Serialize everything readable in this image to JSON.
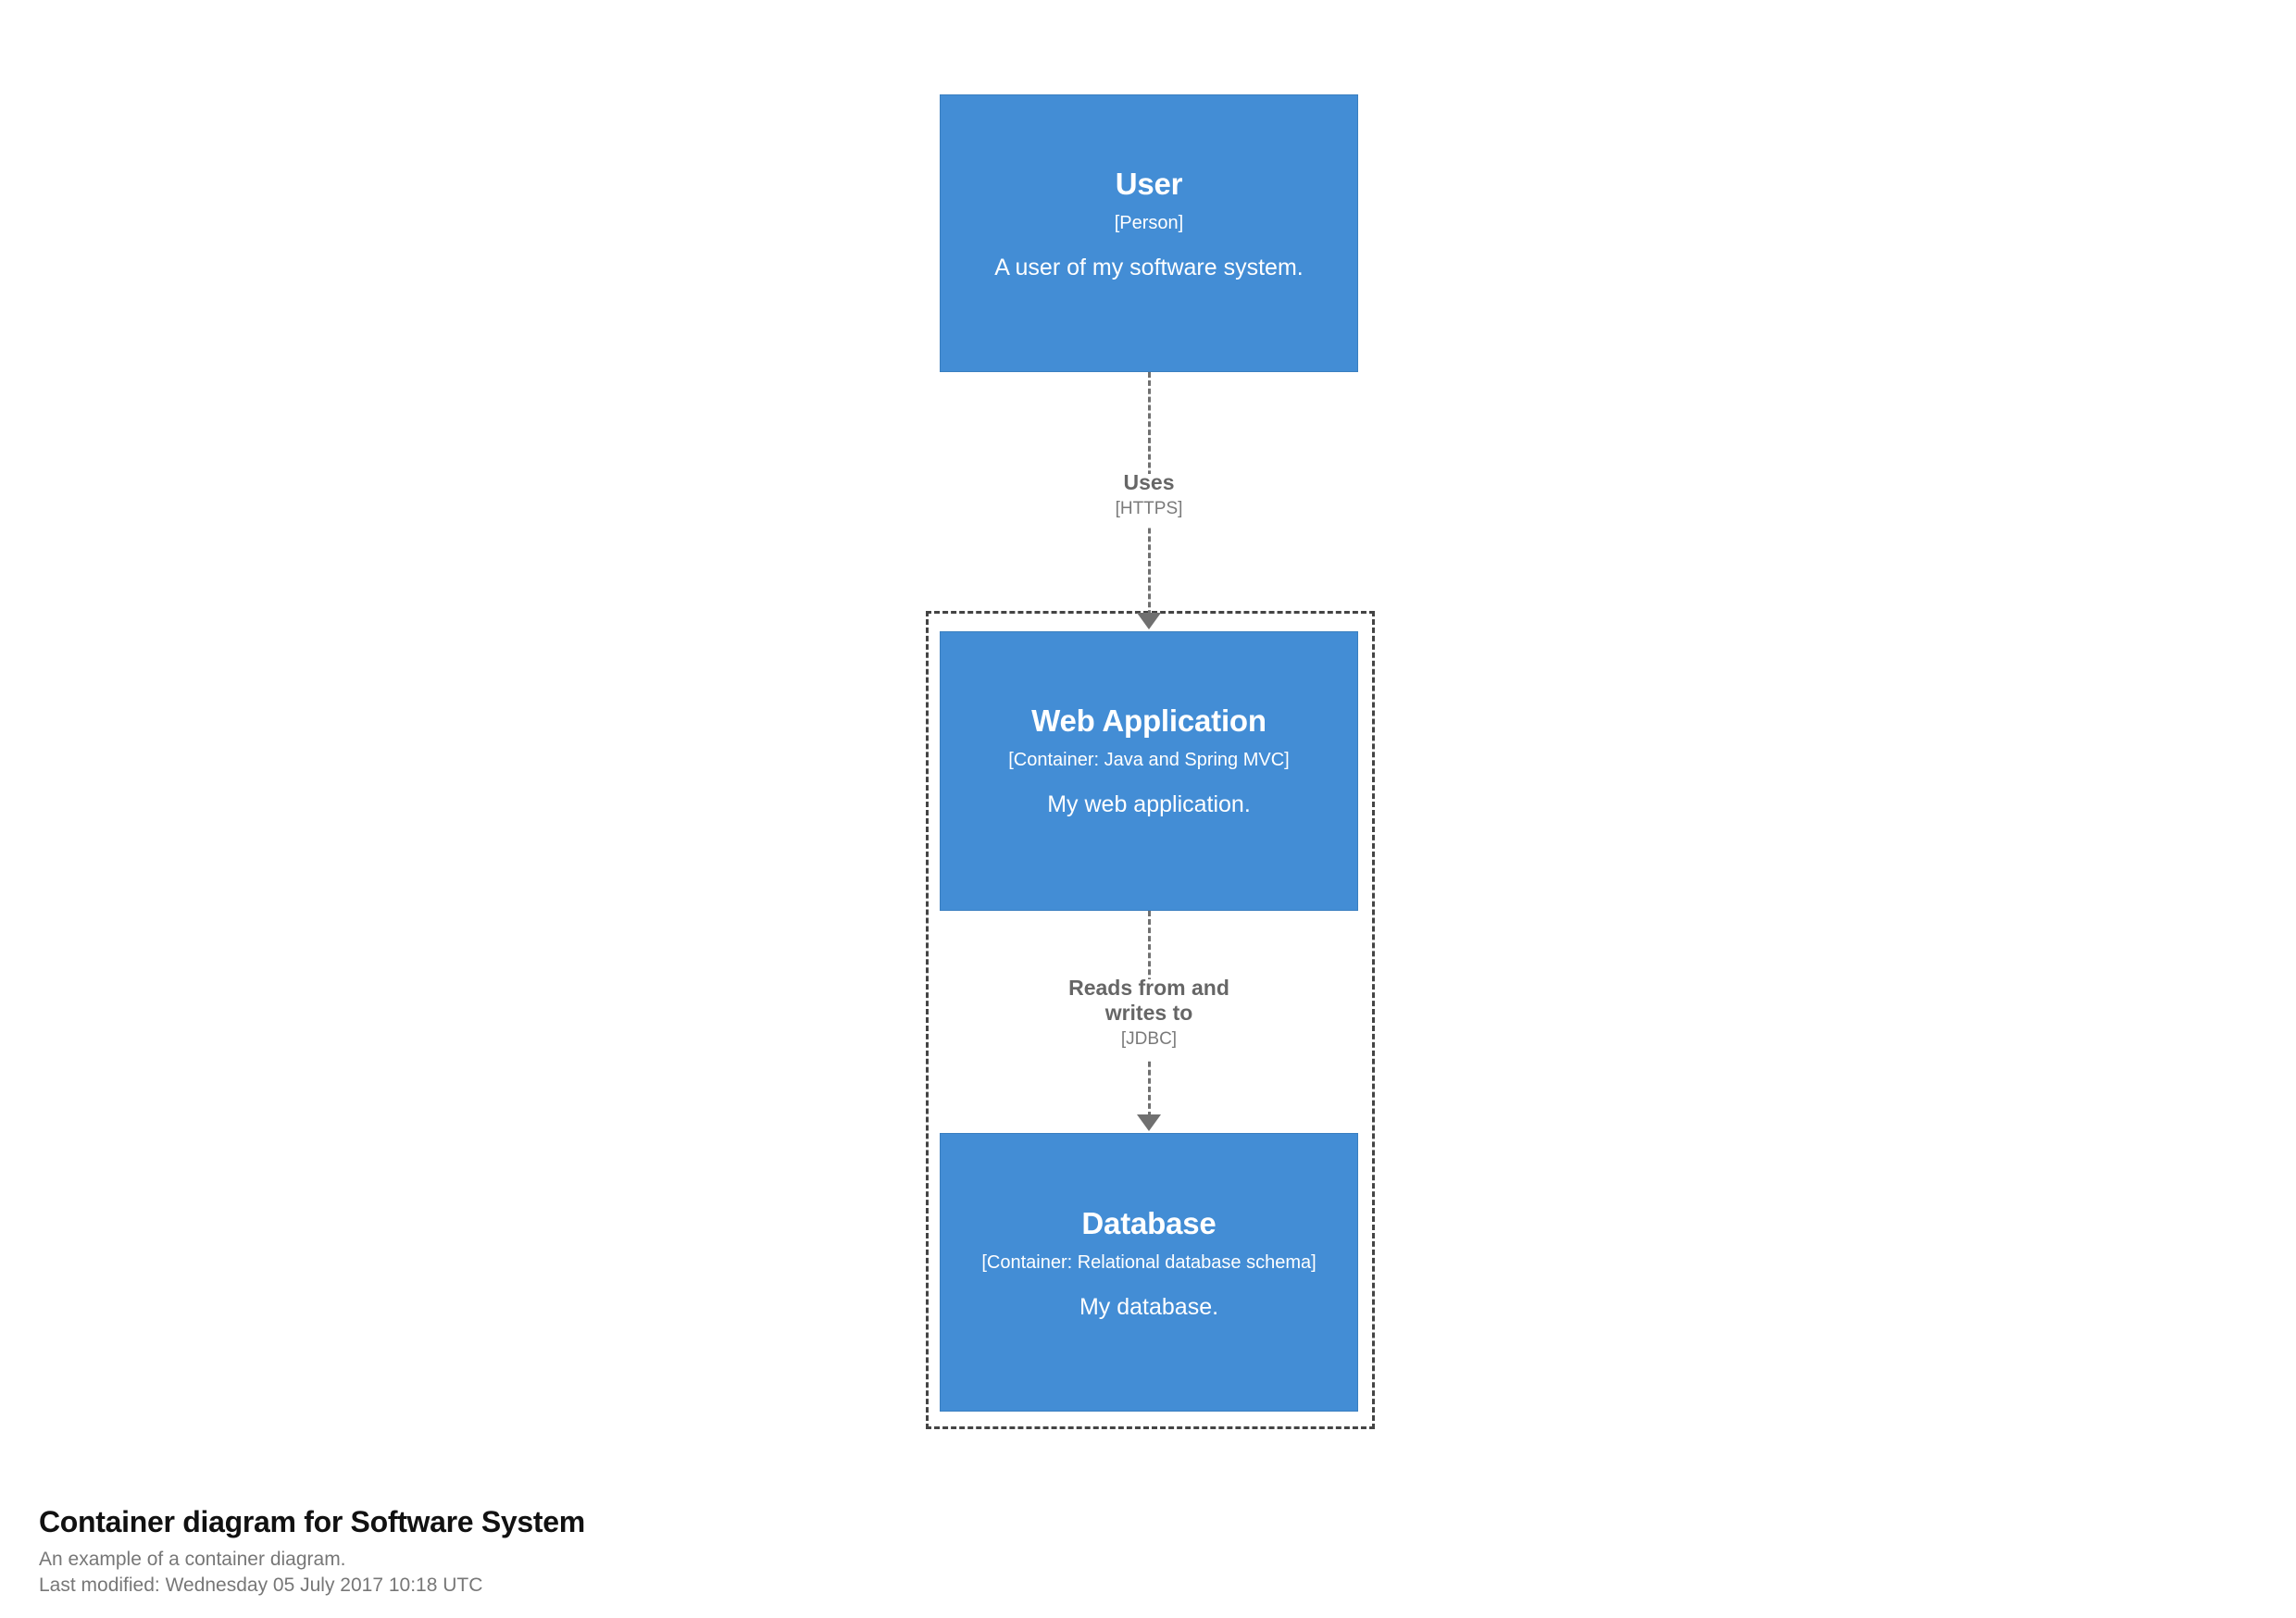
{
  "diagram": {
    "colors": {
      "element_fill": "#438DD5",
      "element_stroke": "#3A7FC0",
      "element_text": "#FFFFFF",
      "boundary_stroke": "#444444",
      "relationship_stroke": "#707070",
      "relationship_text": "#666666",
      "caption_title": "#111111",
      "caption_sub": "#777777",
      "background": "#FFFFFF"
    },
    "elements": [
      {
        "id": "user",
        "name": "User",
        "technology": "[Person]",
        "description": "A user of my software system.",
        "type": "person"
      },
      {
        "id": "webapp",
        "name": "Web Application",
        "technology": "[Container: Java and Spring MVC]",
        "description": "My web application.",
        "type": "container"
      },
      {
        "id": "database",
        "name": "Database",
        "technology": "[Container: Relational database schema]",
        "description": "My database.",
        "type": "container"
      }
    ],
    "boundary": {
      "label": "",
      "style": "dashed"
    },
    "relationships": [
      {
        "id": "uses",
        "source": "user",
        "destination": "webapp",
        "description": "Uses",
        "technology": "[HTTPS]"
      },
      {
        "id": "reads-writes",
        "source": "webapp",
        "destination": "database",
        "description_line_1": "Reads from and",
        "description_line_2": "writes to",
        "technology": "[JDBC]"
      }
    ]
  },
  "caption": {
    "title": "Container diagram for Software System",
    "subtitle": "An example of a container diagram.",
    "last_modified": "Last modified: Wednesday 05 July 2017 10:18 UTC"
  }
}
